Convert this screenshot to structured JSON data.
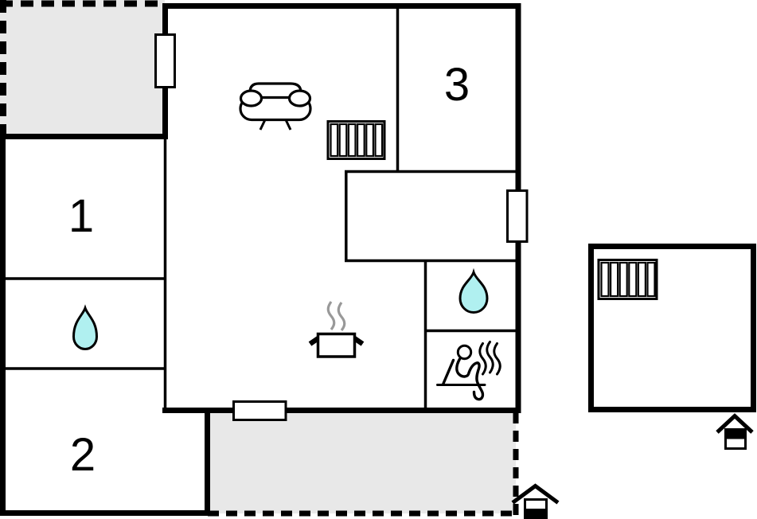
{
  "floorplan": {
    "type": "property-floor-plan",
    "rooms": [
      {
        "name": "room-1",
        "label": "1"
      },
      {
        "name": "room-2",
        "label": "2"
      },
      {
        "name": "room-3",
        "label": "3"
      }
    ],
    "colors": {
      "wall": "#000000",
      "terrace_fill": "#e8e8e8",
      "interior_fill": "#ffffff",
      "water_drop_fill": "#b0f0f0",
      "steam_stroke": "#999999"
    },
    "icons": [
      "sofa-icon",
      "radiator-icon",
      "water-drop-icon",
      "cooking-pot-icon",
      "sauna-icon",
      "window-marker",
      "entrance-house-icon"
    ]
  }
}
